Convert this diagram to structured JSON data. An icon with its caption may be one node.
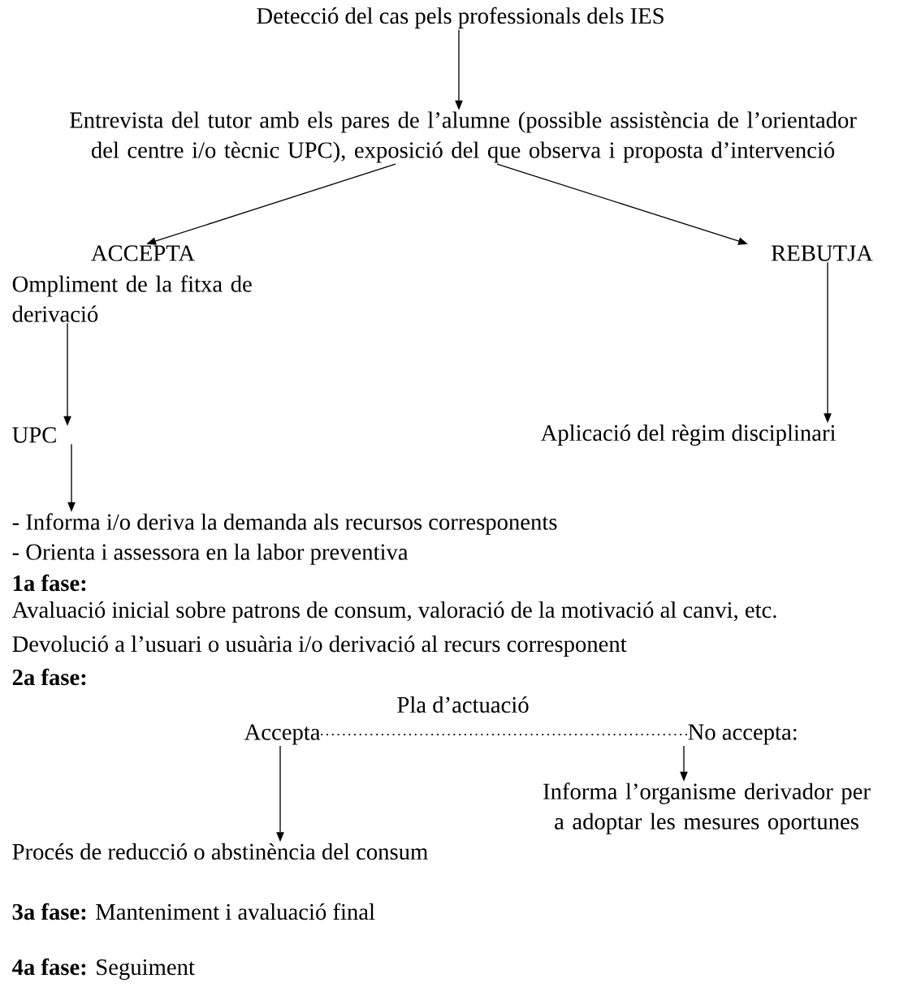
{
  "diagram": {
    "nodes": [
      {
        "text": [
          "Detecció del cas pels professionals dels IES"
        ]
      },
      {
        "text": [
          "Entrevista del tutor amb els pares de l’alumne (possible assistència de l’orientador del centre i/o tècnic UPC), exposició del que observa i proposta d’intervenció"
        ]
      },
      {
        "text": [
          "ACCEPTA"
        ]
      },
      {
        "text": [
          "Ompliment de la fitxa de derivació"
        ]
      },
      {
        "text": [
          "REBUTJA"
        ]
      },
      {
        "text": [
          "UPC"
        ]
      },
      {
        "text": [
          "Aplicació del règim disciplinari"
        ]
      },
      {
        "text": [
          "- Informa i/o deriva la demanda als recursos corresponents",
          "- Orienta i assessora en la labor preventiva"
        ]
      },
      {
        "text": [
          "Accepta"
        ]
      },
      {
        "text": [
          "No accepta:"
        ]
      },
      {
        "text": [
          "Informa l’organisme derivador per a adoptar les mesures oportunes"
        ]
      },
      {
        "text": [
          "Procés de reducció o abstinència del consum"
        ]
      }
    ],
    "edges": [
      {
        "from": 0,
        "to": 1,
        "arrow": "to"
      },
      {
        "from": 1,
        "to": 2,
        "arrow": "to"
      },
      {
        "from": 1,
        "to": 4,
        "arrow": "to"
      },
      {
        "from": 3,
        "to": 5,
        "arrow": "to"
      },
      {
        "from": 4,
        "to": 6,
        "arrow": "to"
      },
      {
        "from": 5,
        "to": 7,
        "arrow": "to"
      },
      {
        "from": 8,
        "to": 9,
        "arrow": "none",
        "style": "dashed"
      },
      {
        "from": 8,
        "to": 11,
        "arrow": "to"
      },
      {
        "from": 9,
        "to": 10,
        "arrow": "to"
      }
    ],
    "labels": [
      "1a fase:",
      "Avaluació inicial sobre patrons de consum, valoració de la motivació al canvi, etc.",
      "Devolució a l’usuari o usuària i/o derivació al recurs corresponent",
      "2a fase:",
      "Pla d’actuació",
      "**3a fase:** Manteniment i avaluació final",
      "**4a fase:** Seguiment"
    ]
  }
}
